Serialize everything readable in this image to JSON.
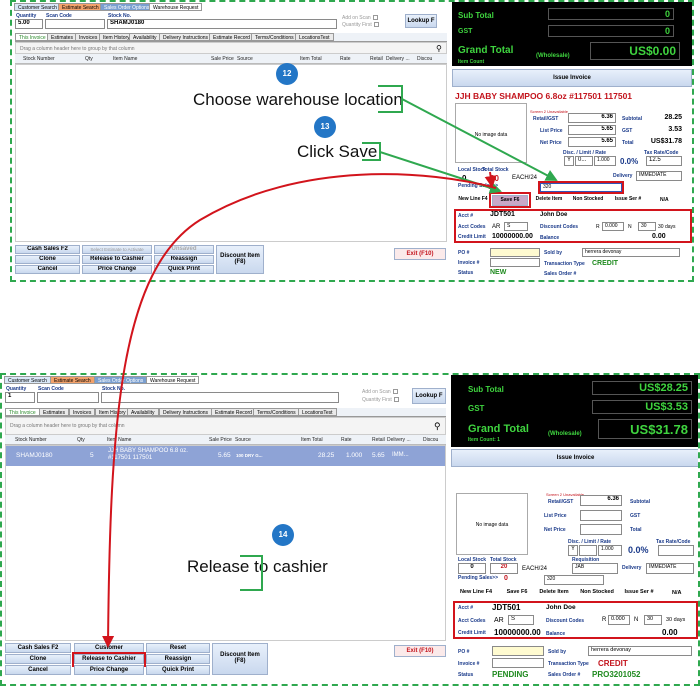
{
  "top_tabs": {
    "customer_search": "Customer Search",
    "estimate_search": "Estimate Search",
    "sales_order_options": "Sales Order Options",
    "warehouse_request": "Warehouse Request"
  },
  "entry": {
    "quantity_label": "Quantity",
    "scan_code_label": "Scan Code",
    "stock_no_label": "Stock No.",
    "add_on_scan": "Add on Scan",
    "quantity_first": "Quantity First",
    "lookup": "Lookup F"
  },
  "inner_tabs": [
    "This Invoice",
    "Estimates",
    "Invoices",
    "Item History",
    "Availability",
    "Delivery Instructions",
    "Estimate Record",
    "Terms/Conditions",
    "LocationsTest"
  ],
  "group_hint": "Drag a column header here to group by that column",
  "columns": [
    "Stock Number",
    "Qty",
    "Item Name",
    "Sale Price",
    "Source",
    "Item Total",
    "Rate",
    "Retail",
    "Delivery ...",
    "Discou"
  ],
  "shot1": {
    "quantity": "5.00",
    "stock_no": "SHAMJ0180",
    "buttons": {
      "cash_sales": "Cash Sales F2",
      "select_estimate": "Select Estimate to Activate",
      "unsaved": "Unsaved",
      "clone": "Clone",
      "release": "Release to Cashier",
      "reassign": "Reassign",
      "cancel": "Cancel",
      "price_change": "Price Change",
      "quick_print": "Quick Print",
      "discount": "Discount Item",
      "discount_key": "(F8)",
      "exit": "Exit (F10)"
    },
    "totals": {
      "sub_total_label": "Sub Total",
      "sub_total": "0",
      "gst_label": "GST",
      "gst": "0",
      "grand_total_label": "Grand Total",
      "grand_total": "US$0.00",
      "wholesale": "(Wholesale)",
      "item_count_label": "Item Count"
    },
    "issue_invoice": "Issue Invoice",
    "product_title": "JJH BABY SHAMPOO 6.8oz #117501 117501",
    "no_image": "No image data",
    "unavailable": "Screen 2 Unavailable",
    "pricing": {
      "retail_gst_label": "Retail/GST",
      "retail_gst": "6.36",
      "list_label": "List Price",
      "list": "5.65",
      "net_label": "Net Price",
      "net": "5.65",
      "subtotal_label": "Subtotal",
      "subtotal": "28.25",
      "gst_label": "GST",
      "gst": "3.53",
      "total_label": "Total",
      "total": "US$31.78",
      "disc_label": "Disc. / Limit / Rate",
      "disc_y": "Y",
      "disc_v": "0...",
      "disc_rate": "1.000",
      "disc_pct": "0.0%",
      "tax_rate_label": "Tax Rate/Code",
      "tax_rate": "12.5"
    },
    "stock": {
      "local_label": "Local Stock",
      "total_label": "Total Stock",
      "local": "0",
      "total": "20",
      "each": "EACH/24",
      "pending_label": "Pending Sales>>",
      "pending": "0",
      "req_value": "320",
      "delivery_label": "Delivery",
      "delivery": "IMMEDIATE"
    },
    "actions": {
      "new_line": "New Line F4",
      "save": "Save F6",
      "delete_item": "Delete Item",
      "non_stocked": "Non Stocked",
      "issue_ser": "Issue Ser #",
      "na": "N/A"
    },
    "acct": {
      "acct_label": "Acct #",
      "acct": "JDT501",
      "name": "John Doe",
      "codes_label": "Acct Codes",
      "code1": "AR",
      "code2": "S",
      "discount_codes_label": "Discount Codes",
      "dc_r": "R",
      "dc_val": "0.000",
      "dc_n": "N",
      "dc_days": "30",
      "dc_days_label": "30 days",
      "credit_label": "Credit Limit",
      "credit": "10000000.00",
      "balance_label": "Balance",
      "balance": "0.00"
    },
    "footer": {
      "po_label": "PO #",
      "invoice_label": "Invoice #",
      "status_label": "Status",
      "status": "NEW",
      "sold_by_label": "Sold by",
      "sold_by": "herrera devonay",
      "trans_type_label": "Transaction Type",
      "trans_type": "CREDIT",
      "sales_order_label": "Sales Order #"
    }
  },
  "shot2": {
    "quantity": "1",
    "stock_no": "",
    "row": {
      "stock": "SHAMJ0180",
      "qty": "5",
      "name": "JJH BABY SHAMPOO 6.8 oz. #117501 117501",
      "sale": "5.65",
      "source": "100 DRY G...",
      "total": "28.25",
      "rate": "1.000",
      "retail": "5.65",
      "delivery": "IMM..."
    },
    "buttons": {
      "cash_sales": "Cash Sales F2",
      "customer": "Customer",
      "reset": "Reset",
      "clone": "Clone",
      "release": "Release to Cashier",
      "reassign": "Reassign",
      "cancel": "Cancel",
      "price_change": "Price Change",
      "quick_print": "Quick Print",
      "discount": "Discount Item",
      "discount_key": "(F8)",
      "exit": "Exit (F10)"
    },
    "totals": {
      "sub_total_label": "Sub Total",
      "sub_total": "US$28.25",
      "gst_label": "GST",
      "gst": "US$3.53",
      "grand_total_label": "Grand Total",
      "grand_total": "US$31.78",
      "wholesale": "(Wholesale)",
      "item_count_label": "Item Count:",
      "item_count": "1"
    },
    "issue_invoice": "Issue Invoice",
    "no_image": "No image data",
    "unavailable": "Screen 2 Unavailable",
    "pricing": {
      "retail_gst_label": "Retail/GST",
      "retail_gst": "6.36",
      "list_label": "List Price",
      "net_label": "Net Price",
      "subtotal_label": "Subtotal",
      "gst_label": "GST",
      "total_label": "Total",
      "disc_label": "Disc. / Limit / Rate",
      "disc_y": "Y",
      "disc_rate": "1.000",
      "disc_pct": "0.0%",
      "tax_rate_label": "Tax Rate/Code"
    },
    "stock": {
      "local_label": "Local Stock",
      "total_label": "Total Stock",
      "local": "0",
      "total": "20",
      "each": "EACH/24",
      "req_label": "Requisition",
      "req": "JAB",
      "pending_label": "Pending Sales>>",
      "pending": "0",
      "req_value": "320",
      "delivery_label": "Delivery",
      "delivery": "IMMEDIATE"
    },
    "actions": {
      "new_line": "New Line F4",
      "save": "Save F6",
      "delete_item": "Delete Item",
      "non_stocked": "Non Stocked",
      "issue_ser": "Issue Ser #",
      "na": "N/A"
    },
    "acct": {
      "acct_label": "Acct #",
      "acct": "JDT501",
      "name": "John Doe",
      "codes_label": "Acct Codes",
      "code1": "AR",
      "code2": "S",
      "discount_codes_label": "Discount Codes",
      "dc_r": "R",
      "dc_val": "0.000",
      "dc_n": "N",
      "dc_days": "30",
      "dc_days_label": "30 days",
      "credit_label": "Credit Limit",
      "credit": "10000000.00",
      "balance_label": "Balance",
      "balance": "0.00"
    },
    "footer": {
      "po_label": "PO #",
      "invoice_label": "Invoice #",
      "status_label": "Status",
      "status": "PENDING",
      "sold_by_label": "Sold by",
      "sold_by": "herrera devonay",
      "trans_type_label": "Transaction Type",
      "trans_type": "CREDIT",
      "sales_order_label": "Sales Order #",
      "sales_order": "PRO3201052"
    }
  },
  "annotations": {
    "step12": "12",
    "step13": "13",
    "step14": "14",
    "choose_warehouse": "Choose warehouse location",
    "click_save": "Click Save",
    "release_to_cashier": "Release to cashier"
  },
  "colors": {
    "accent_green": "#2fa84f",
    "arrow_red": "#d2141c",
    "lcd_green": "#3fd43f",
    "step_blue": "#2376c6"
  }
}
